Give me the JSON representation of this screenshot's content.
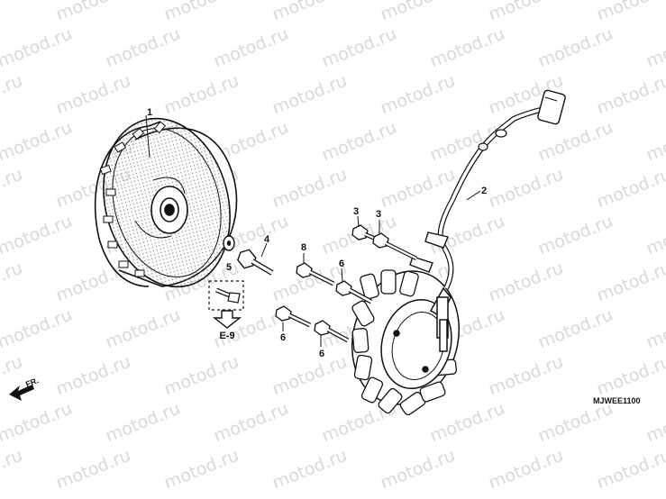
{
  "watermark": "motod.ru",
  "callouts": {
    "flywheel": "1",
    "stator_wire": "2",
    "bolt_a": "3",
    "bolt_b": "3",
    "flywheel_bolt": "4",
    "washer": "5",
    "bolt_6a": "6",
    "bolt_6b": "6",
    "bolt_6c": "6",
    "bolt_8": "8"
  },
  "reference_label": "E-9",
  "front_label": "FR.",
  "diagram_code": "MJWEE1100",
  "colors": {
    "line": "#111111",
    "watermark": "#d9d9d9",
    "shade": "#9a9a9a"
  }
}
